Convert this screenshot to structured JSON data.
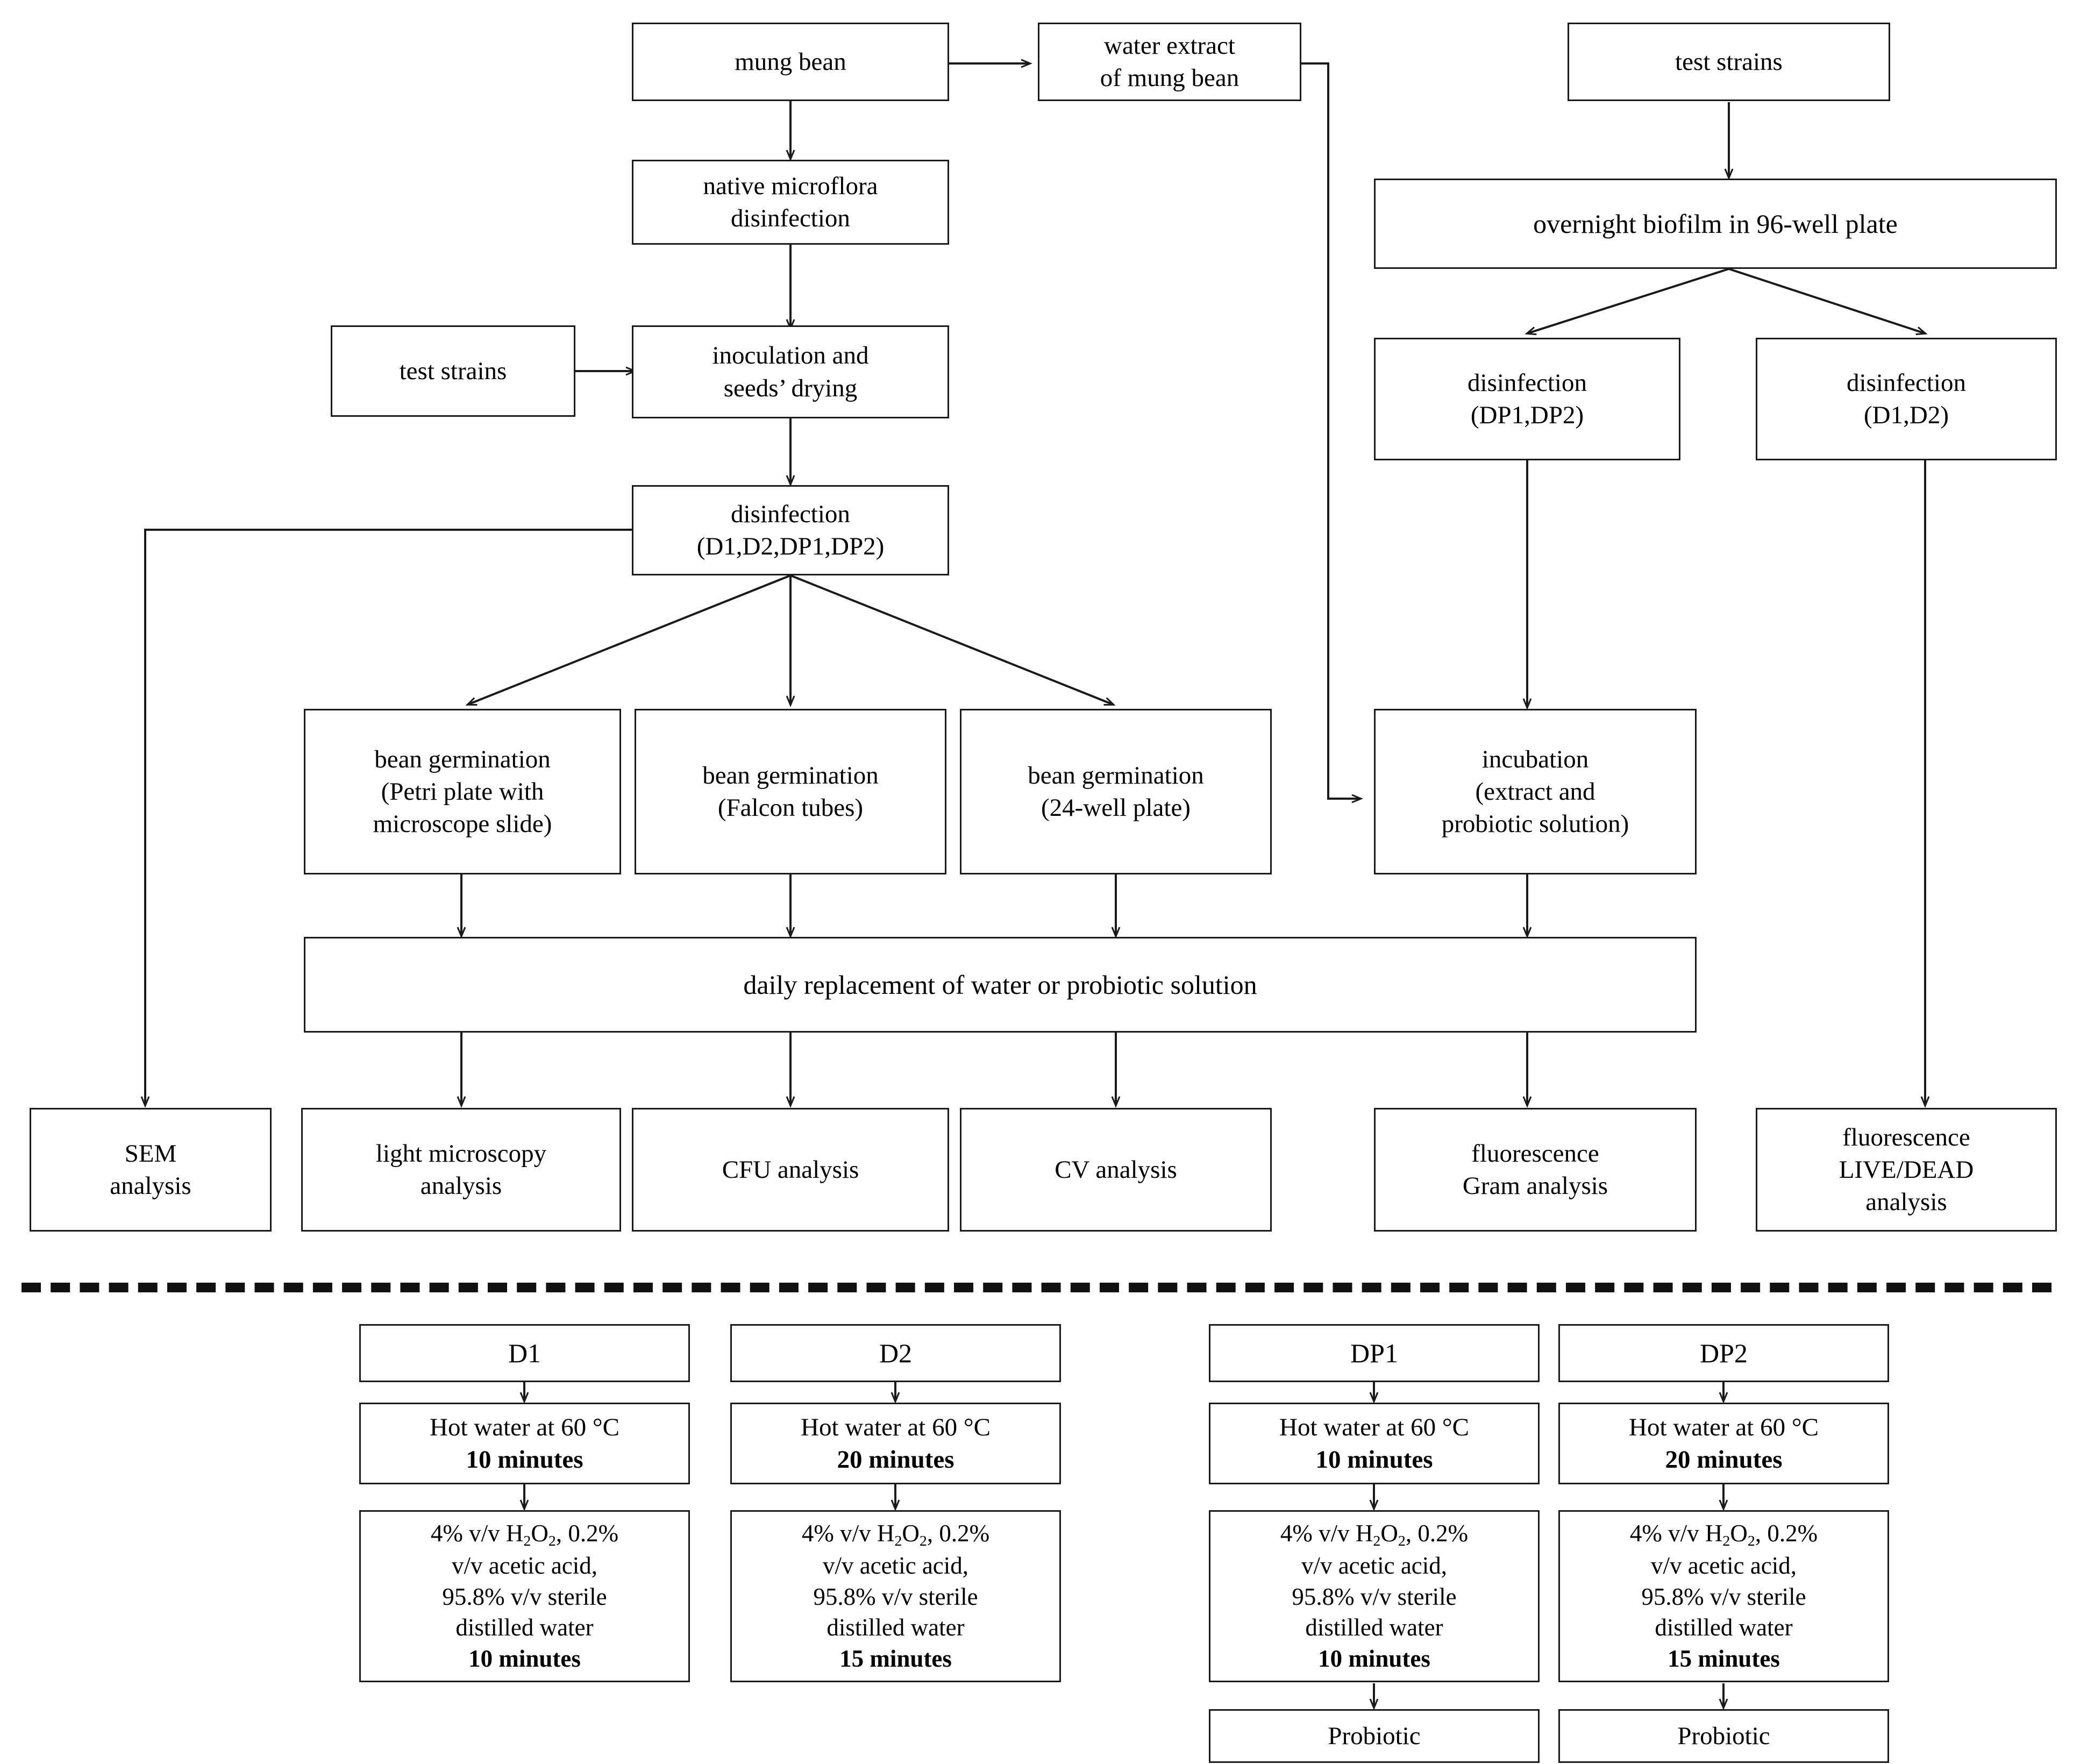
{
  "diagram": {
    "title": "Experimental workflow flowchart",
    "colors": {
      "line": "#1a1a1a",
      "background": "#ffffff",
      "text": "#000000"
    },
    "top_section": {
      "nodes": {
        "mung_bean": "mung bean",
        "water_extract": "water extract\nof mung bean",
        "test_strains_right": "test strains",
        "native_microflora": "native microflora\ndisinfection",
        "test_strains_left": "test strains",
        "inoculation": "inoculation and\nseeds’ drying",
        "disinfection_all": "disinfection\n(D1,D2,DP1,DP2)",
        "overnight_biofilm": "overnight biofilm in 96-well plate",
        "disinfection_dp": "disinfection\n(DP1,DP2)",
        "disinfection_d": "disinfection\n(D1,D2)",
        "germination_petri": "bean germination\n(Petri plate with\nmicroscope slide)",
        "germination_falcon": "bean germination\n(Falcon tubes)",
        "germination_24well": "bean germination\n(24-well plate)",
        "incubation": "incubation\n(extract and\nprobiotic solution)",
        "daily_replacement": "daily replacement of water or probiotic solution"
      },
      "analyses": {
        "sem": "SEM\nanalysis",
        "light_microscopy": "light microscopy\nanalysis",
        "cfu": "CFU analysis",
        "cv": "CV analysis",
        "fluorescence_gram": "fluorescence\nGram analysis",
        "fluorescence_live_dead": "fluorescence\nLIVE/DEAD\nanalysis"
      }
    },
    "bottom_section": {
      "columns": [
        {
          "id": "D1",
          "header": "D1",
          "hot_water_line1": "Hot water at 60 °C",
          "hot_water_line2": "10 minutes",
          "solution_line1": "4% v/v H2O2, 0.2%",
          "solution_line2": "v/v acetic acid,",
          "solution_line3": "95.8% v/v sterile",
          "solution_line4": "distilled  water",
          "solution_line5": "10 minutes",
          "probiotic": null
        },
        {
          "id": "D2",
          "header": "D2",
          "hot_water_line1": "Hot water at 60 °C",
          "hot_water_line2": "20 minutes",
          "solution_line1": "4% v/v H2O2, 0.2%",
          "solution_line2": "v/v acetic acid,",
          "solution_line3": "95.8% v/v sterile",
          "solution_line4": "distilled  water",
          "solution_line5": "15 minutes",
          "probiotic": null
        },
        {
          "id": "DP1",
          "header": "DP1",
          "hot_water_line1": "Hot water at 60 °C",
          "hot_water_line2": "10 minutes",
          "solution_line1": "4% v/v H2O2, 0.2%",
          "solution_line2": "v/v acetic acid,",
          "solution_line3": "95.8% v/v sterile",
          "solution_line4": "distilled  water",
          "solution_line5": "10 minutes",
          "probiotic": "Probiotic"
        },
        {
          "id": "DP2",
          "header": "DP2",
          "hot_water_line1": "Hot water at 60 °C",
          "hot_water_line2": "20 minutes",
          "solution_line1": "4% v/v H2O2, 0.2%",
          "solution_line2": "v/v acetic acid,",
          "solution_line3": "95.8% v/v sterile",
          "solution_line4": "distilled  water",
          "solution_line5": "15 minutes",
          "probiotic": "Probiotic"
        }
      ]
    }
  }
}
